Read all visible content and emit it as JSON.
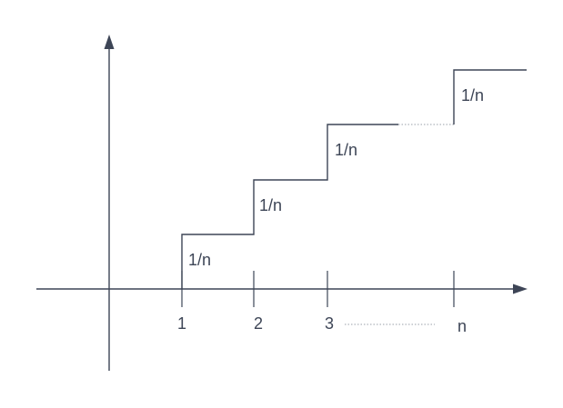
{
  "diagram": {
    "x_ticks": [
      {
        "label": "1"
      },
      {
        "label": "2"
      },
      {
        "label": "3"
      },
      {
        "label": "n"
      }
    ],
    "step_labels": [
      "1/n",
      "1/n",
      "1/n",
      "1/n"
    ],
    "colors": {
      "axis": "#3d4556",
      "step": "#3d4556",
      "text": "#3d4556",
      "dots": "#9aa0aa"
    }
  }
}
